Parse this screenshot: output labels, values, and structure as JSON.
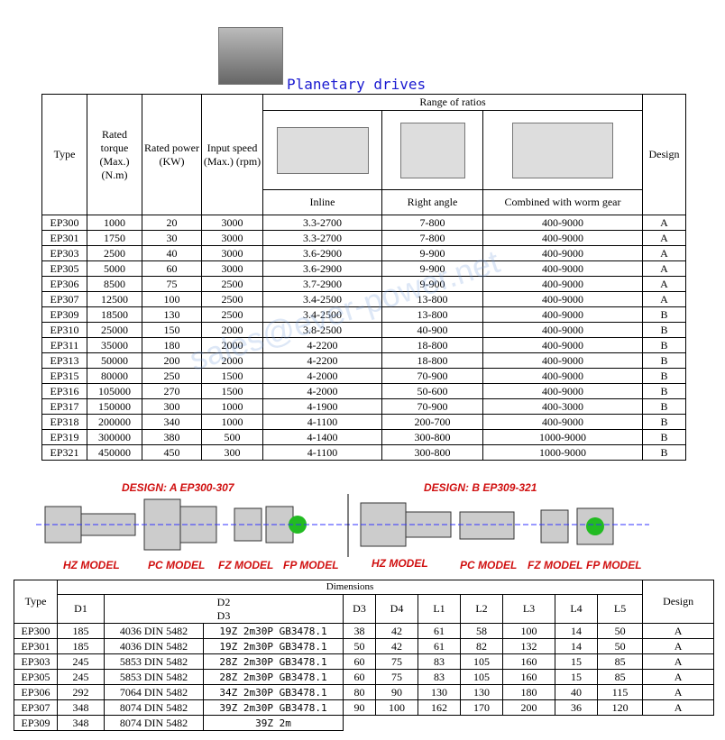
{
  "title": "Planetary drives",
  "watermark": "sales@ever-power.net",
  "t1": {
    "type": "Type",
    "torque": "Rated torque (Max.) (N.m)",
    "power": "Rated power (KW)",
    "speed": "Input speed (Max.) (rpm)",
    "range": "Range of ratios",
    "inline": "Inline",
    "right": "Right angle",
    "combined": "Combined with worm gear",
    "design": "Design",
    "rows": [
      [
        "EP300",
        "1000",
        "20",
        "3000",
        "3.3-2700",
        "7-800",
        "400-9000",
        "A"
      ],
      [
        "EP301",
        "1750",
        "30",
        "3000",
        "3.3-2700",
        "7-800",
        "400-9000",
        "A"
      ],
      [
        "EP303",
        "2500",
        "40",
        "3000",
        "3.6-2900",
        "9-900",
        "400-9000",
        "A"
      ],
      [
        "EP305",
        "5000",
        "60",
        "3000",
        "3.6-2900",
        "9-900",
        "400-9000",
        "A"
      ],
      [
        "EP306",
        "8500",
        "75",
        "2500",
        "3.7-2900",
        "9-900",
        "400-9000",
        "A"
      ],
      [
        "EP307",
        "12500",
        "100",
        "2500",
        "3.4-2500",
        "13-800",
        "400-9000",
        "A"
      ],
      [
        "EP309",
        "18500",
        "130",
        "2500",
        "3.4-2500",
        "13-800",
        "400-9000",
        "B"
      ],
      [
        "EP310",
        "25000",
        "150",
        "2000",
        "3.8-2500",
        "40-900",
        "400-9000",
        "B"
      ],
      [
        "EP311",
        "35000",
        "180",
        "2000",
        "4-2200",
        "18-800",
        "400-9000",
        "B"
      ],
      [
        "EP313",
        "50000",
        "200",
        "2000",
        "4-2200",
        "18-800",
        "400-9000",
        "B"
      ],
      [
        "EP315",
        "80000",
        "250",
        "1500",
        "4-2000",
        "70-900",
        "400-9000",
        "B"
      ],
      [
        "EP316",
        "105000",
        "270",
        "1500",
        "4-2000",
        "50-600",
        "400-9000",
        "B"
      ],
      [
        "EP317",
        "150000",
        "300",
        "1000",
        "4-1900",
        "70-900",
        "400-3000",
        "B"
      ],
      [
        "EP318",
        "200000",
        "340",
        "1000",
        "4-1100",
        "200-700",
        "400-9000",
        "B"
      ],
      [
        "EP319",
        "300000",
        "380",
        "500",
        "4-1400",
        "300-800",
        "1000-9000",
        "B"
      ],
      [
        "EP321",
        "450000",
        "450",
        "300",
        "4-1100",
        "300-800",
        "1000-9000",
        "B"
      ]
    ]
  },
  "diagrams": {
    "a_title": "DESIGN: A  EP300-307",
    "b_title": "DESIGN: B  EP309-321",
    "a_models": [
      "HZ MODEL",
      "PC MODEL",
      "FZ MODEL",
      "FP MODEL"
    ],
    "b_models": [
      "HZ MODEL",
      "PC MODEL",
      "FZ MODEL",
      "FP MODEL"
    ]
  },
  "t2": {
    "type": "Type",
    "dims": "Dimensions",
    "design": "Design",
    "heads": [
      "D1",
      "D2\nD3",
      "D3",
      "D4",
      "L1",
      "L2",
      "L3",
      "L4",
      "L5"
    ],
    "rows": [
      [
        "EP300",
        "185",
        "4036 DIN 5482",
        "19Z 2m30P GB3478.1",
        "38",
        "42",
        "61",
        "58",
        "100",
        "14",
        "50",
        "A"
      ],
      [
        "EP301",
        "185",
        "4036 DIN 5482",
        "19Z 2m30P GB3478.1",
        "50",
        "42",
        "61",
        "82",
        "132",
        "14",
        "50",
        "A"
      ],
      [
        "EP303",
        "245",
        "5853 DIN 5482",
        "28Z 2m30P GB3478.1",
        "60",
        "75",
        "83",
        "105",
        "160",
        "15",
        "85",
        "A"
      ],
      [
        "EP305",
        "245",
        "5853 DIN 5482",
        "28Z 2m30P GB3478.1",
        "60",
        "75",
        "83",
        "105",
        "160",
        "15",
        "85",
        "A"
      ],
      [
        "EP306",
        "292",
        "7064 DIN 5482",
        "34Z 2m30P GB3478.1",
        "80",
        "90",
        "130",
        "130",
        "180",
        "40",
        "115",
        "A"
      ],
      [
        "EP307",
        "348",
        "8074 DIN 5482",
        "39Z 2m30P GB3478.1",
        "90",
        "100",
        "162",
        "170",
        "200",
        "36",
        "120",
        "A"
      ],
      [
        "EP309",
        "348",
        "8074 DIN 5482",
        "39Z 2m"
      ]
    ]
  }
}
